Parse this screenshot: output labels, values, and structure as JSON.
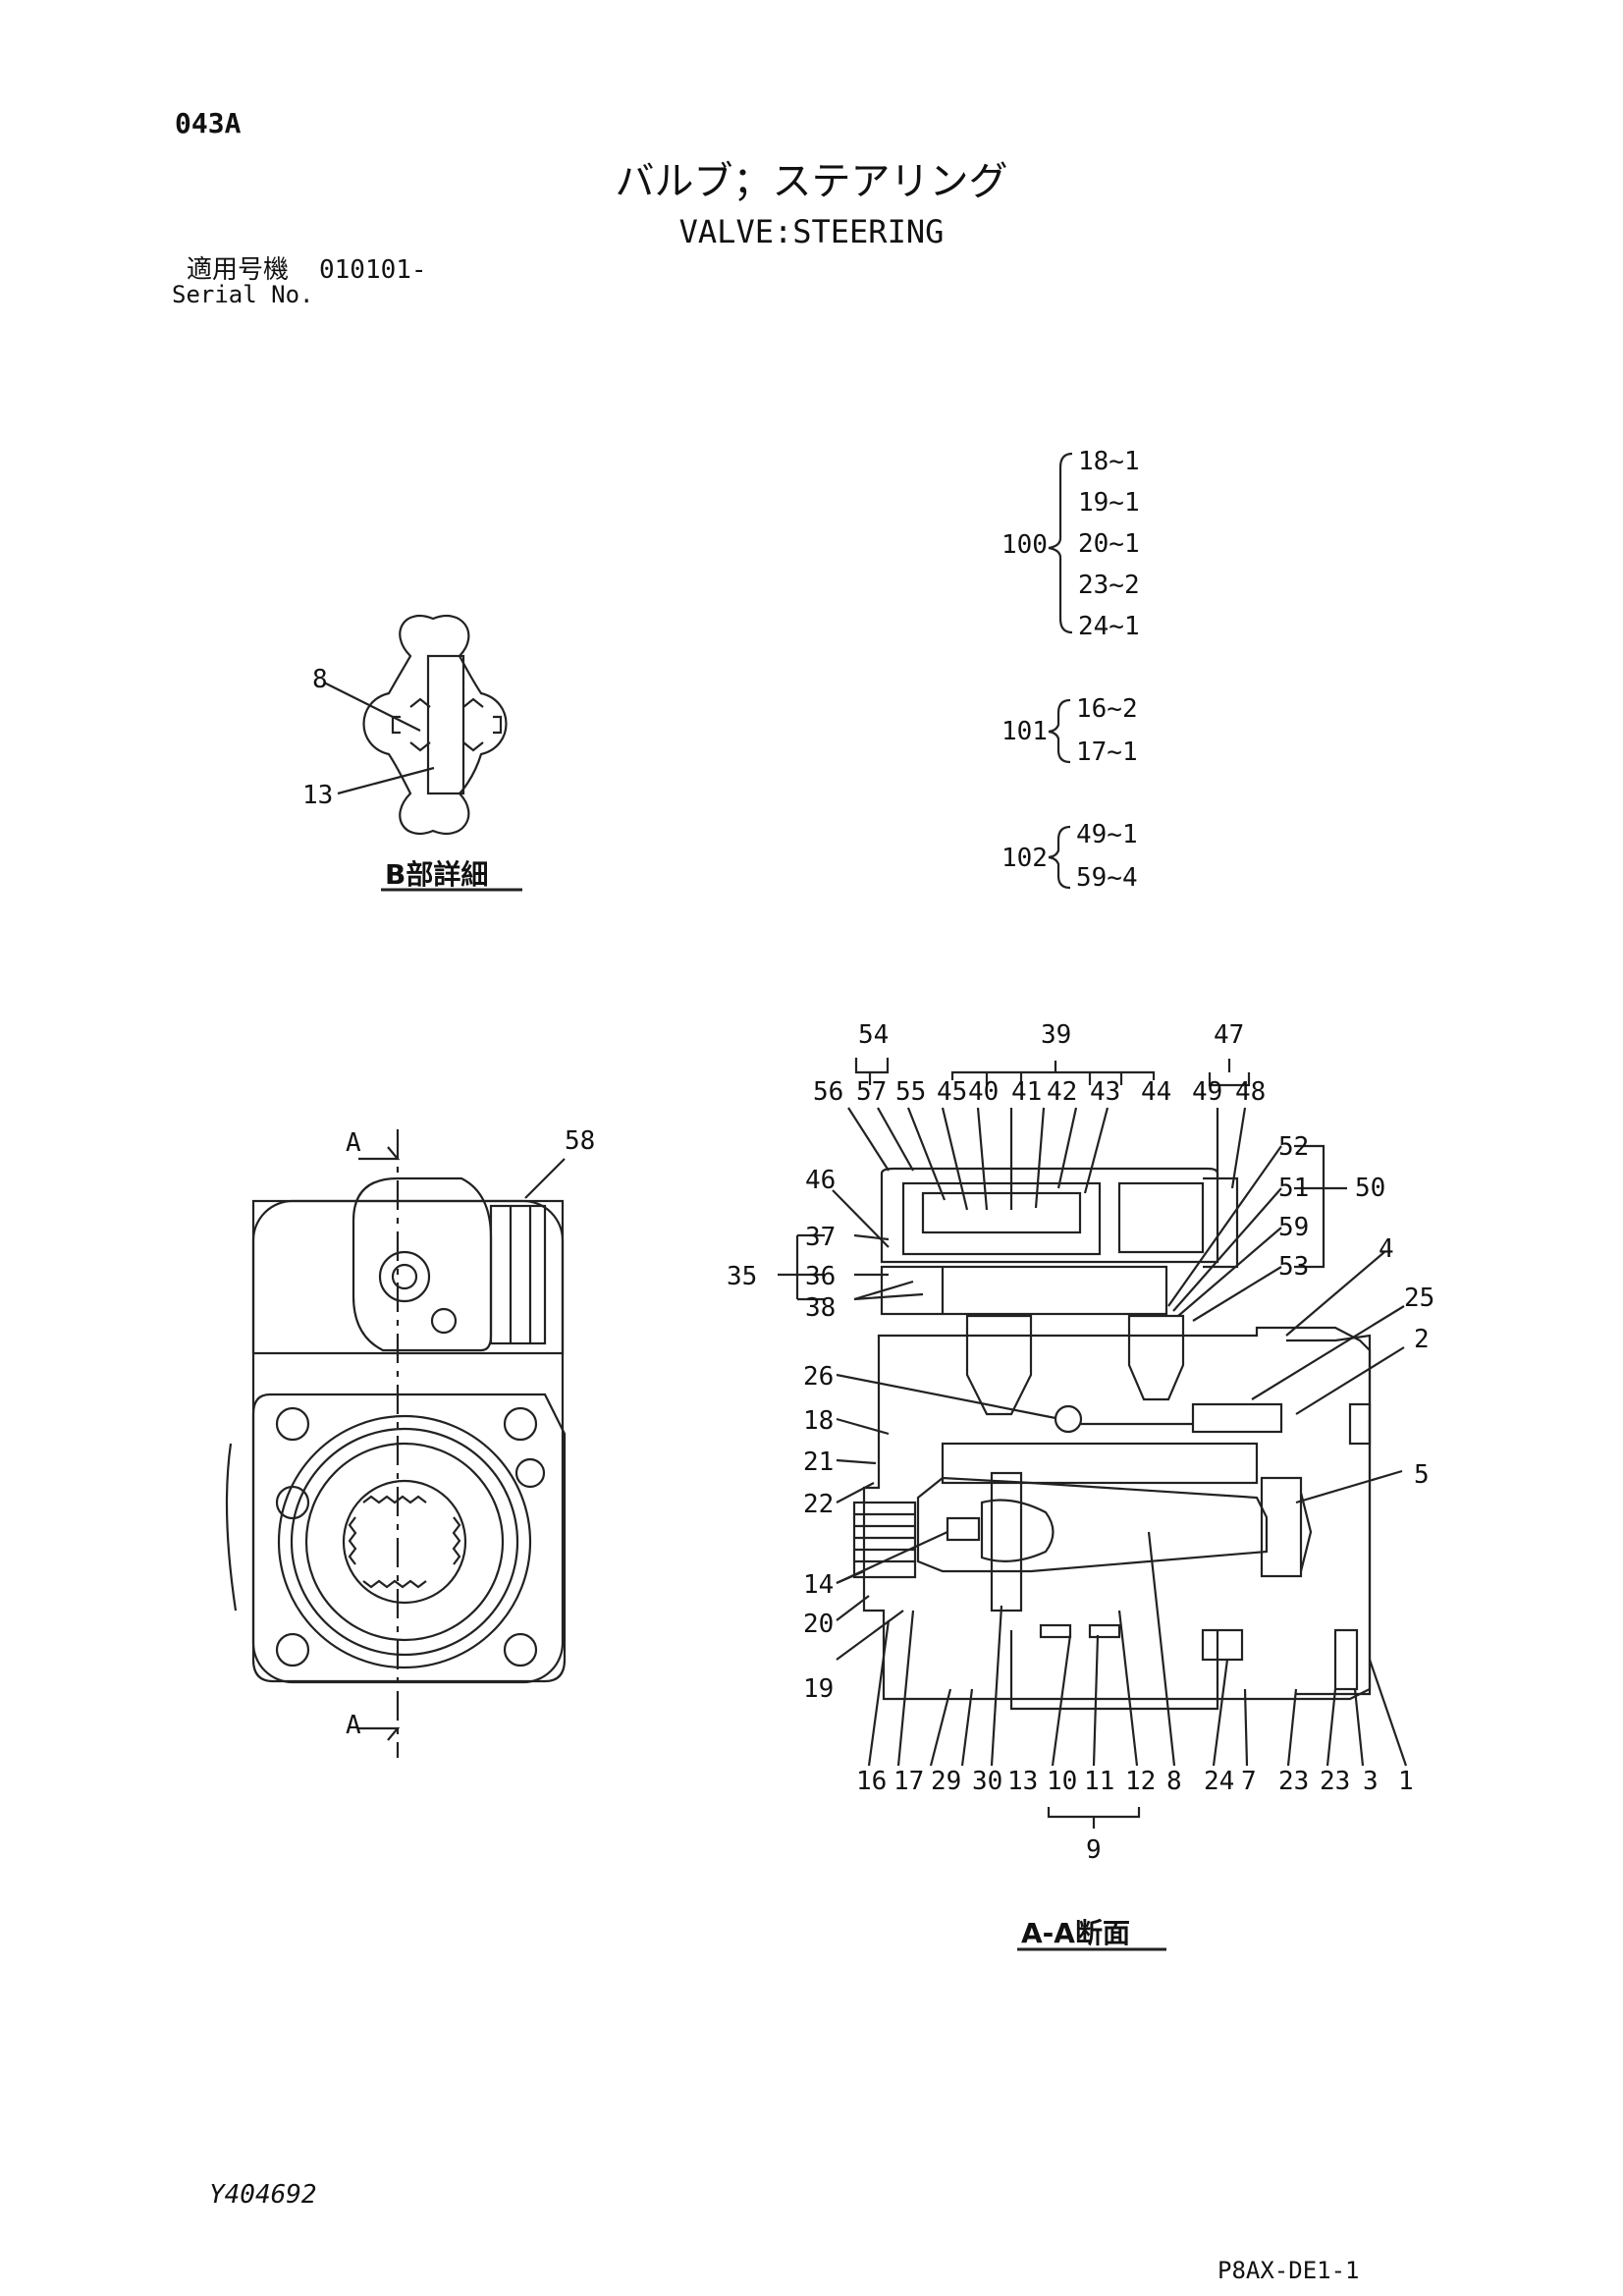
{
  "header": {
    "page_code": "043A",
    "title_jp": "バルブ；ステアリング",
    "title_en": "VALVE:STEERING",
    "serial_label_jp": "適用号機",
    "serial_value": "010101-",
    "serial_label_en": "Serial No."
  },
  "kits": [
    {
      "id": "100",
      "items": [
        "18~1",
        "19~1",
        "20~1",
        "23~2",
        "24~1"
      ]
    },
    {
      "id": "101",
      "items": [
        "16~2",
        "17~1"
      ]
    },
    {
      "id": "102",
      "items": [
        "49~1",
        "59~4"
      ]
    }
  ],
  "detail_b": {
    "caption": "B部詳細",
    "labels": [
      "8",
      "13"
    ]
  },
  "front_view": {
    "section_mark": "A",
    "label": "58"
  },
  "section_aa": {
    "caption": "A-A断面",
    "top_labels": [
      "54",
      "39",
      "47",
      "56",
      "57",
      "55",
      "45",
      "40",
      "41",
      "42",
      "43",
      "44",
      "49",
      "48"
    ],
    "right_labels": [
      "52",
      "51",
      "50",
      "59",
      "53",
      "4",
      "25",
      "2",
      "5"
    ],
    "left_labels": [
      "46",
      "37",
      "35",
      "36",
      "38",
      "26",
      "18",
      "21",
      "22",
      "14",
      "20",
      "19"
    ],
    "bottom_labels": [
      "16",
      "17",
      "29",
      "30",
      "13",
      "10",
      "11",
      "12",
      "8",
      "24",
      "7",
      "23",
      "23",
      "3",
      "1"
    ],
    "group_label": "9"
  },
  "footer": {
    "left": "Y404692",
    "right": "P8AX-DE1-1"
  }
}
